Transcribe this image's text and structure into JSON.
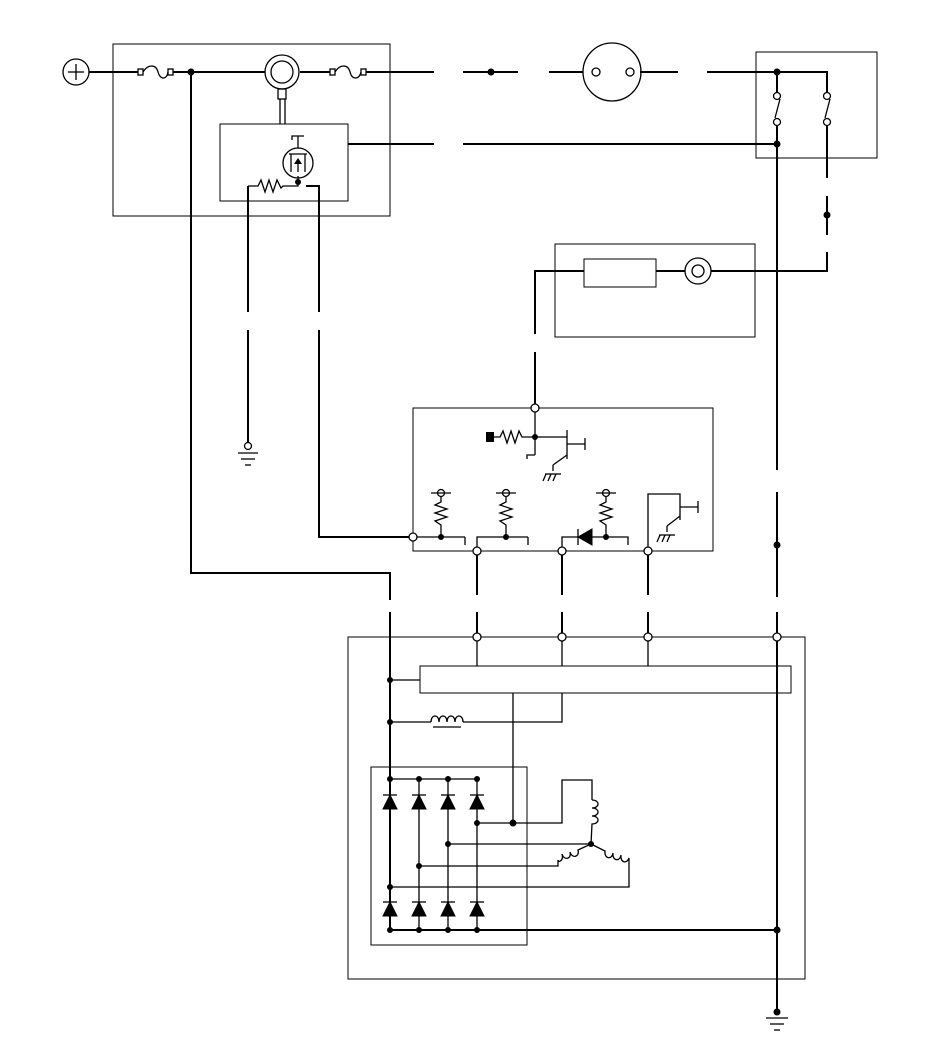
{
  "diagram": {
    "type": "automotive charging system wiring schematic",
    "colors": {
      "line": "#000000",
      "background": "#ffffff"
    },
    "symbols": [
      "battery-positive-symbol",
      "fuse-symbol",
      "ring-terminal-symbol",
      "lamp-symbol",
      "relay-contact-symbol",
      "resistor-symbol",
      "transistor-symbol",
      "diode-symbol",
      "coil-symbol",
      "ground-symbol",
      "connector-terminal-symbol"
    ],
    "labels": []
  }
}
